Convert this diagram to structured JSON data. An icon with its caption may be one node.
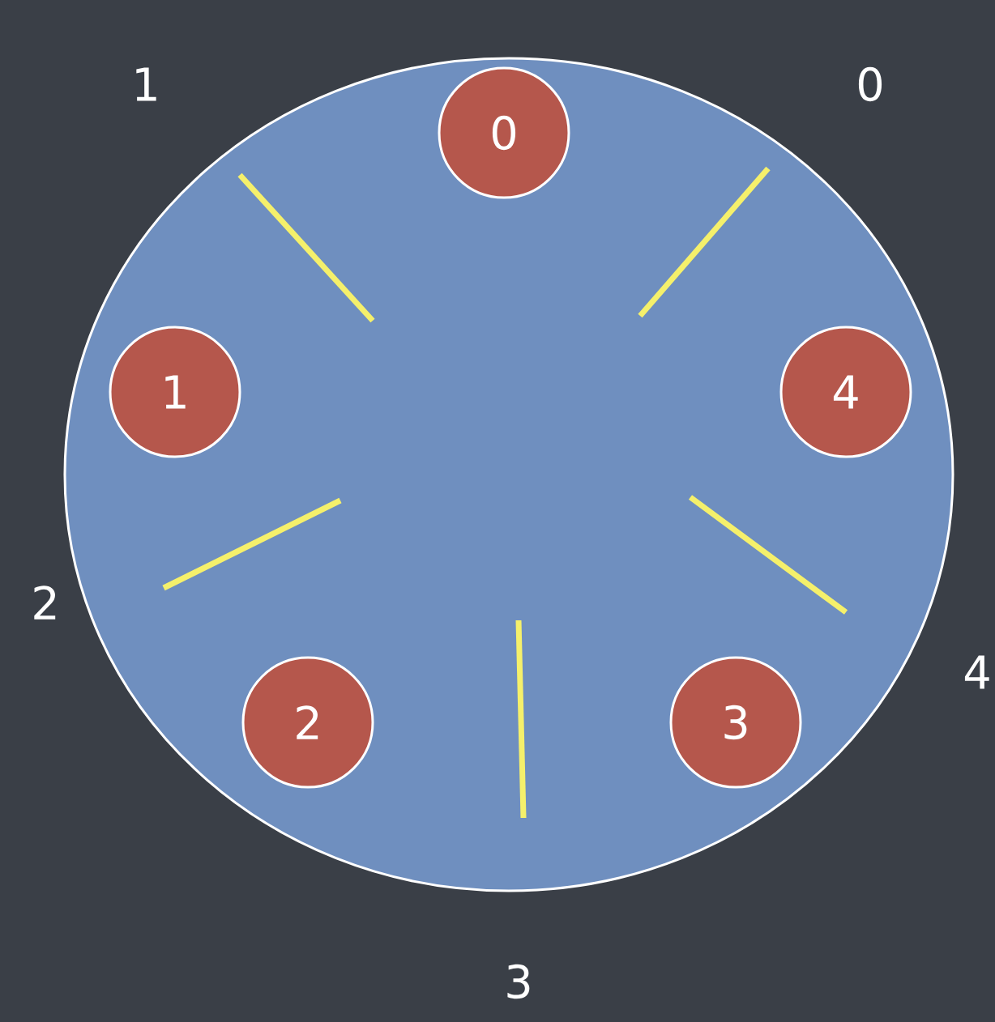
{
  "diagram": {
    "nodes": [
      {
        "text": [],
        "shape": "circle"
      },
      {
        "text": [
          "0"
        ],
        "in": 0
      },
      {
        "text": [
          "1"
        ],
        "in": 0
      },
      {
        "text": [
          "4"
        ],
        "in": 0
      },
      {
        "text": [
          "2"
        ],
        "in": 0
      },
      {
        "text": [
          "3"
        ],
        "in": 0
      }
    ],
    "labels": [
      "1",
      "0",
      "2",
      "4",
      "3"
    ]
  }
}
